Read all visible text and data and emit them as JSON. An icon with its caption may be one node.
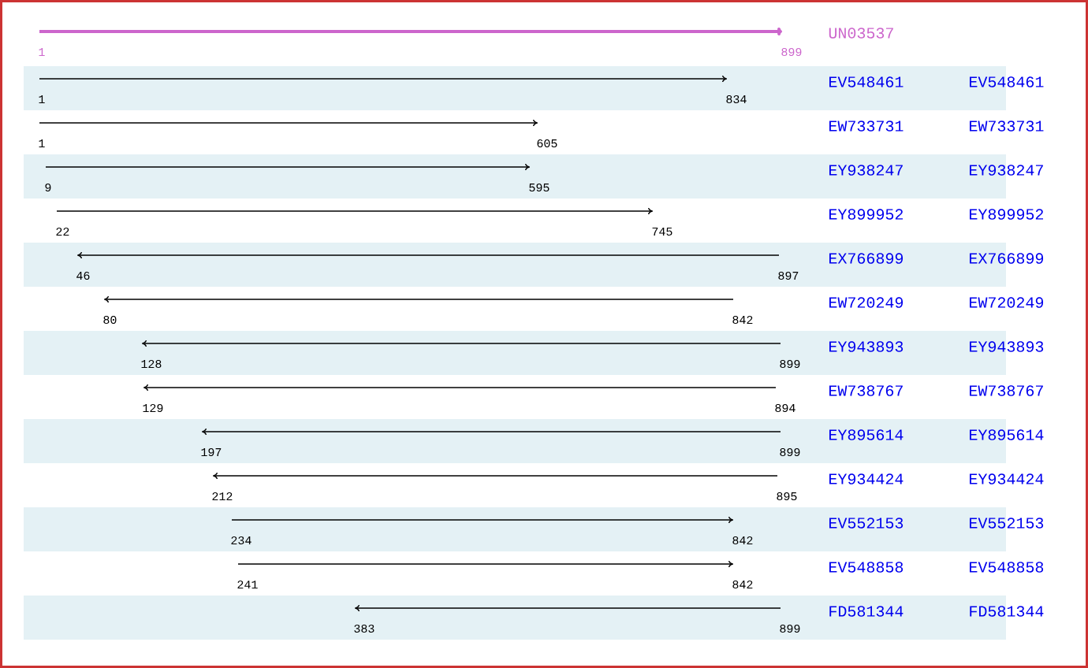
{
  "diagram": {
    "labels": [
      "UN03537",
      "1",
      "899",
      "EV548461",
      "EV548461",
      "1",
      "834",
      "EW733731",
      "EW733731",
      "1",
      "605",
      "EY938247",
      "EY938247",
      "9",
      "595",
      "EY899952",
      "EY899952",
      "22",
      "745",
      "EX766899",
      "EX766899",
      "46",
      "897",
      "EW720249",
      "EW720249",
      "80",
      "842",
      "EY943893",
      "EY943893",
      "128",
      "899",
      "EW738767",
      "EW738767",
      "129",
      "894",
      "EY895614",
      "EY895614",
      "197",
      "899",
      "EY934424",
      "EY934424",
      "212",
      "895",
      "EV552153",
      "EV552153",
      "234",
      "842",
      "EV548858",
      "EV548858",
      "241",
      "842",
      "FD581344",
      "FD581344",
      "383",
      "899"
    ]
  }
}
